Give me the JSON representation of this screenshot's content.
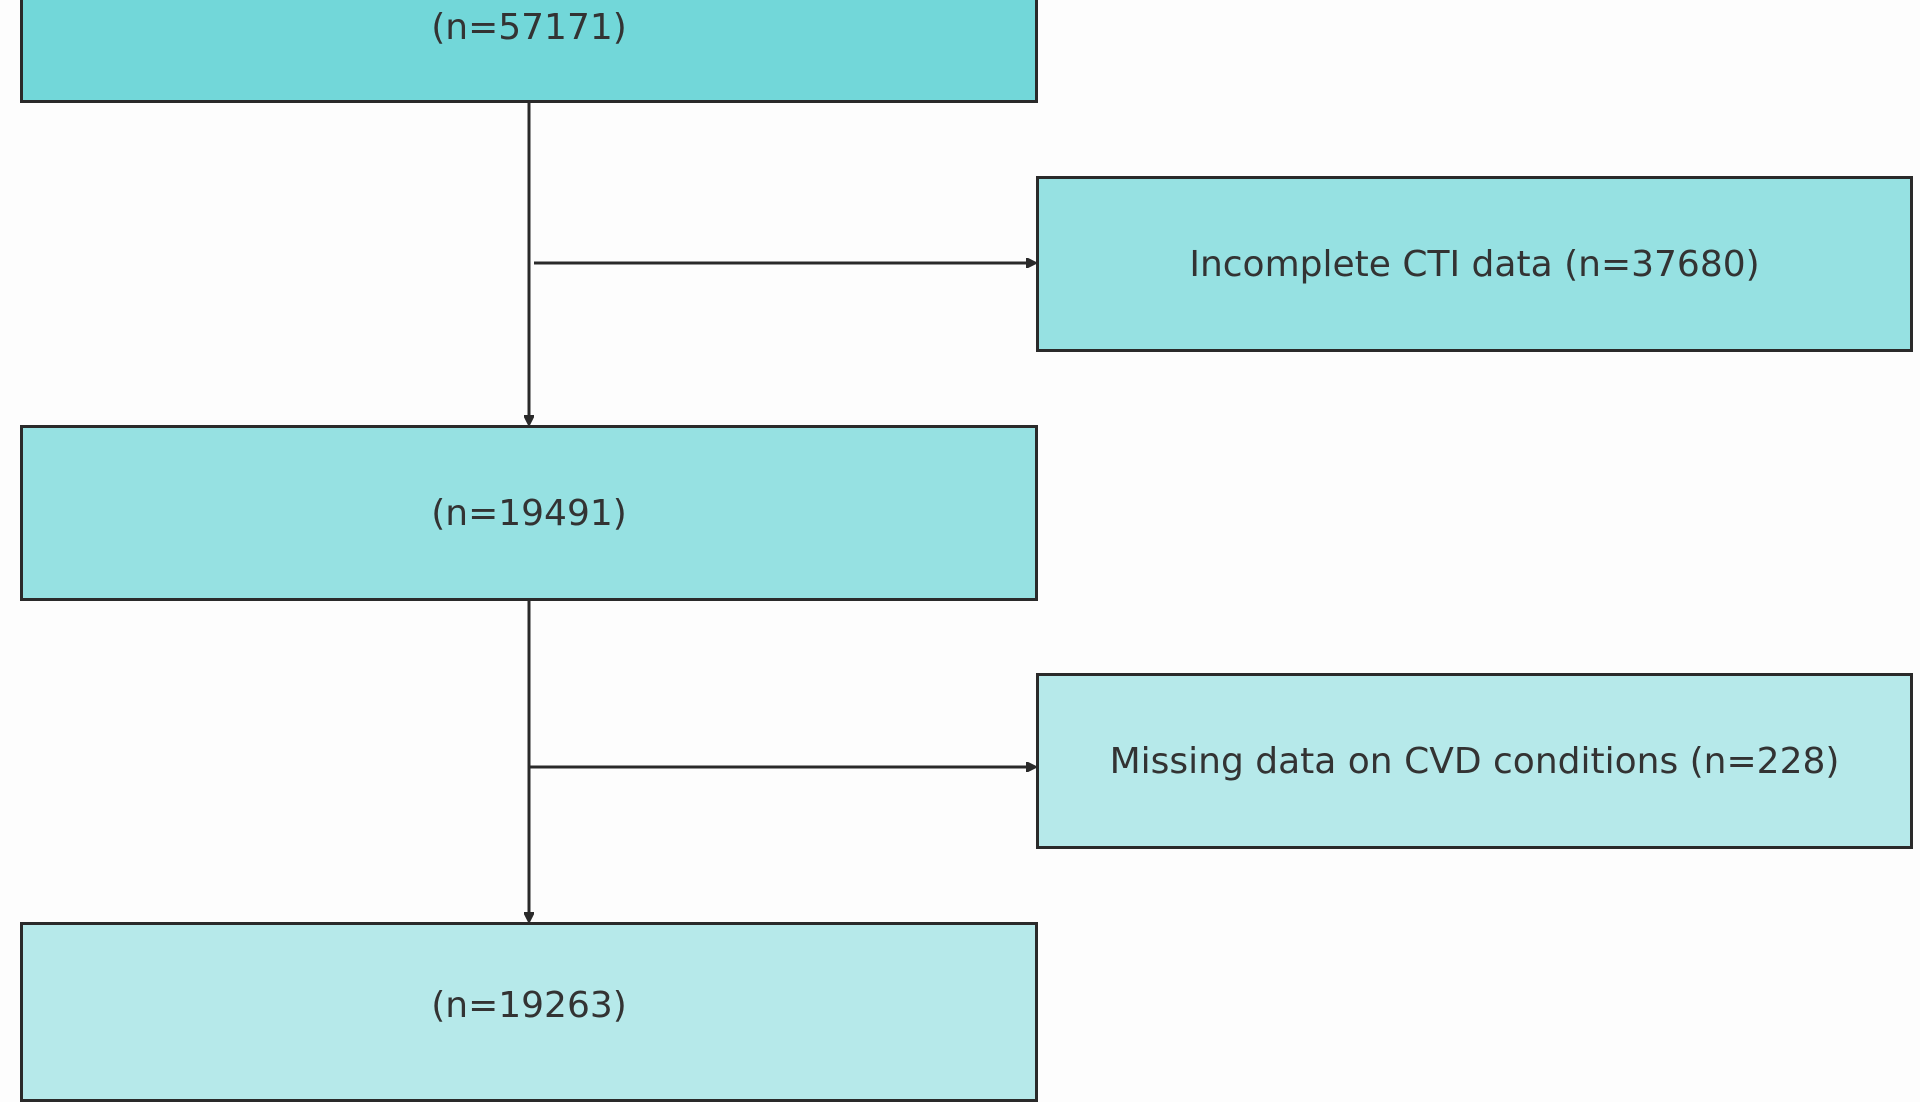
{
  "nodes": {
    "top": {
      "label": "(n=57171)",
      "color": "#72d7d9"
    },
    "middle": {
      "label": "(n=19491)",
      "color": "#96e1e2"
    },
    "bottom": {
      "label": "(n=19263)",
      "color": "#b6e9ea"
    },
    "exclusion1": {
      "label": "Incomplete CTI data (n=37680)",
      "color": "#96e1e2"
    },
    "exclusion2": {
      "label": "Missing data on CVD conditions (n=228)",
      "color": "#b6e9ea"
    }
  }
}
